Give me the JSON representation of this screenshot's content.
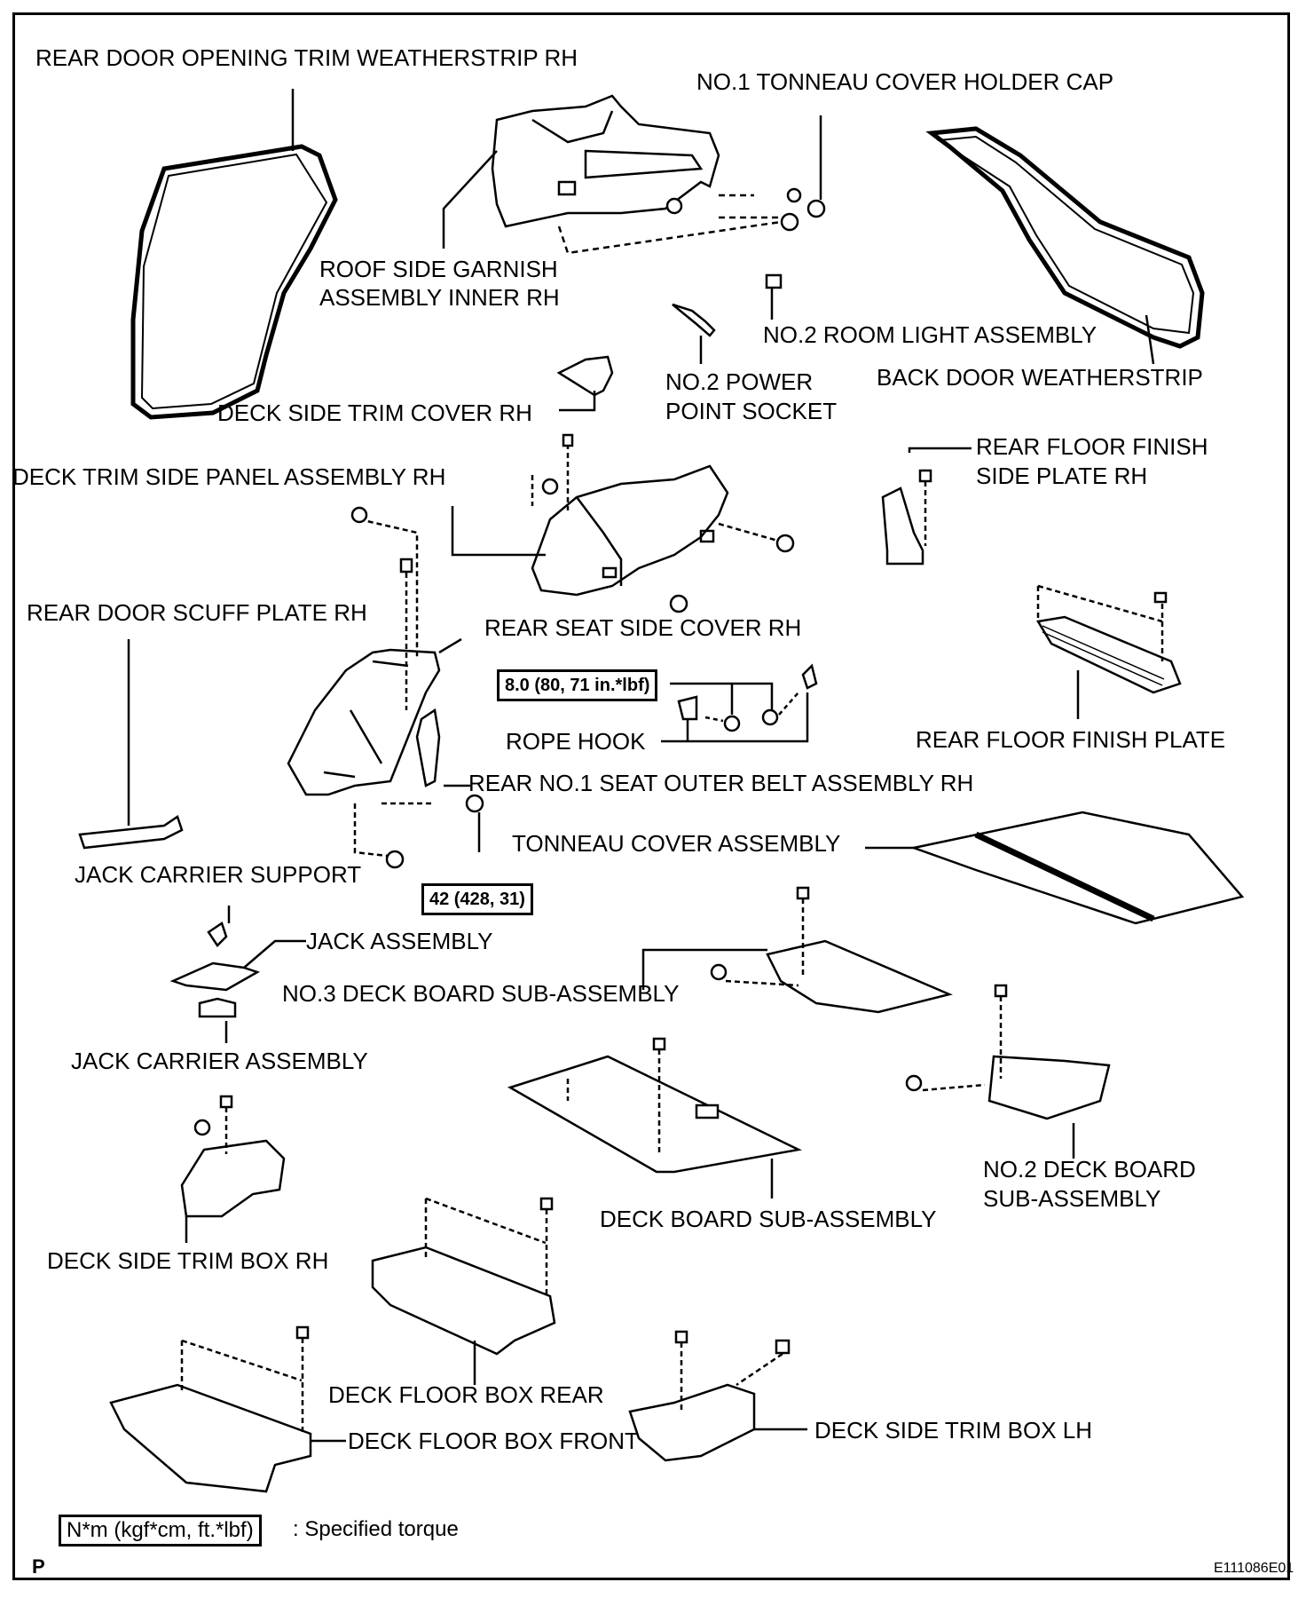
{
  "labels": {
    "rear_door_opening_weatherstrip": "REAR DOOR OPENING TRIM WEATHERSTRIP RH",
    "tonneau_holder_cap": "NO.1 TONNEAU COVER HOLDER CAP",
    "roof_side_garnish_1": "ROOF SIDE GARNISH",
    "roof_side_garnish_2": "ASSEMBLY INNER RH",
    "room_light": "NO.2 ROOM LIGHT ASSEMBLY",
    "back_door_weatherstrip": "BACK DOOR WEATHERSTRIP",
    "power_point_1": "NO.2 POWER",
    "power_point_2": "POINT SOCKET",
    "deck_side_trim_cover": "DECK SIDE TRIM COVER RH",
    "deck_trim_side_panel": "DECK TRIM SIDE PANEL ASSEMBLY RH",
    "rear_floor_finish_side_1": "REAR FLOOR FINISH",
    "rear_floor_finish_side_2": "SIDE PLATE RH",
    "rear_door_scuff": "REAR DOOR SCUFF PLATE RH",
    "rear_seat_side_cover": "REAR SEAT SIDE COVER RH",
    "rope_hook": "ROPE HOOK",
    "rear_floor_finish_plate": "REAR FLOOR FINISH PLATE",
    "seat_outer_belt": "REAR NO.1 SEAT OUTER BELT ASSEMBLY RH",
    "tonneau_cover": "TONNEAU COVER ASSEMBLY",
    "jack_carrier_support": "JACK CARRIER SUPPORT",
    "jack_assembly": "JACK ASSEMBLY",
    "no3_deck_board": "NO.3 DECK BOARD SUB-ASSEMBLY",
    "jack_carrier_assembly": "JACK CARRIER ASSEMBLY",
    "no2_deck_board_1": "NO.2 DECK BOARD",
    "no2_deck_board_2": "SUB-ASSEMBLY",
    "deck_board_sub": "DECK BOARD SUB-ASSEMBLY",
    "deck_side_trim_box_rh": "DECK SIDE TRIM BOX RH",
    "deck_floor_box_rear": "DECK FLOOR BOX REAR",
    "deck_floor_box_front": "DECK FLOOR BOX FRONT",
    "deck_side_trim_box_lh": "DECK SIDE TRIM BOX LH"
  },
  "torques": {
    "rope_hook": "8.0 (80, 71 in.*lbf)",
    "belt": "42 (428, 31)"
  },
  "legend": {
    "unit_box": "N*m (kgf*cm, ft.*lbf)",
    "description": ": Specified torque"
  },
  "footer": {
    "page_mark": "P",
    "figure_id": "E111086E01"
  }
}
